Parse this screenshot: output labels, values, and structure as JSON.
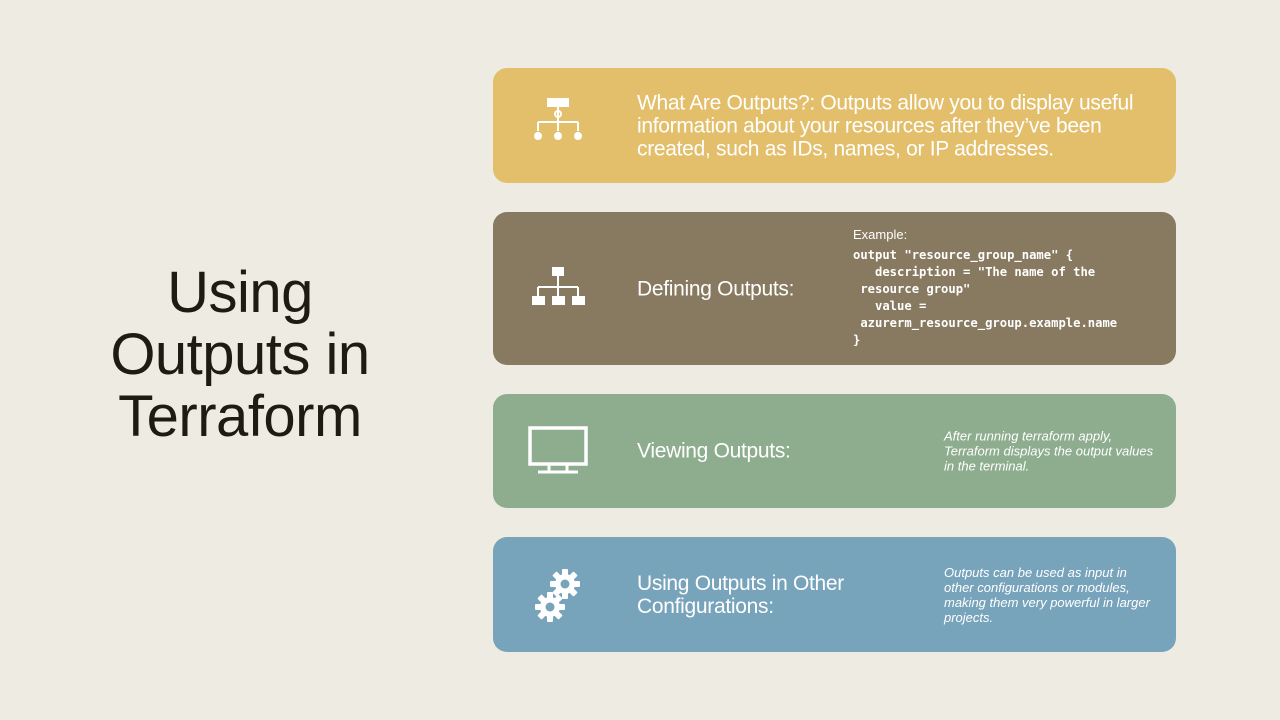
{
  "title": {
    "lines": [
      "Using",
      "Outputs in",
      "Terraform"
    ]
  },
  "cards": [
    {
      "icon": "hierarchy-icon",
      "color": "#e3bf6b",
      "text": "What Are Outputs?: Outputs allow you to display useful information about your resources after they’ve been created, such as IDs, names, or IP addresses."
    },
    {
      "icon": "org-chart-icon",
      "color": "#887a60",
      "heading": "Defining Outputs:",
      "example_label": "Example:",
      "code": "output \"resource_group_name\" {\n   description = \"The name of the\n resource group\"\n   value =\n azurerm_resource_group.example.name\n}"
    },
    {
      "icon": "monitor-icon",
      "color": "#8ead8f",
      "heading": "Viewing Outputs:",
      "detail": "After running terraform apply, Terraform displays the output values in the terminal."
    },
    {
      "icon": "gears-icon",
      "color": "#77a3bb",
      "heading": "Using Outputs in Other Configurations:",
      "detail": "Outputs can be used as input in other configurations or modules, making them very powerful in larger projects."
    }
  ]
}
